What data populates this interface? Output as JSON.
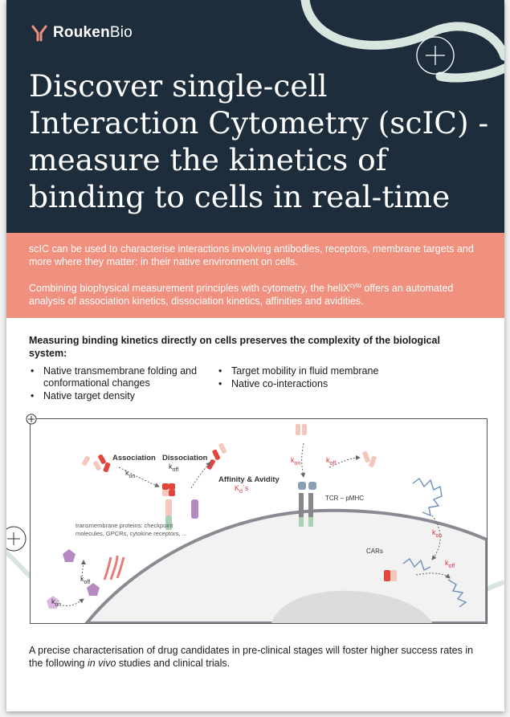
{
  "brand": {
    "logo_text_bold": "Rouken",
    "logo_text_light": "Bio",
    "logo_icon": "rouken-antibody-logo",
    "colors": {
      "navy": "#1e2d3b",
      "salmon": "#f0907e",
      "accent_red": "#d9363e",
      "mint": "#d8e6df"
    }
  },
  "hero": {
    "title": "Discover single-cell Interaction Cytometry (scIC) - measure the kinetics of binding to cells in real-time",
    "icon": "plus-circle-icon"
  },
  "intro": {
    "paragraph1": "scIC can be used to characterise interactions involving antibodies, receptors, membrane targets and more where they matter: in their native environment on cells.",
    "paragraph2_before": "Combining biophysical measurement principles with cytometry, the heliX",
    "paragraph2_sup": "cyto",
    "paragraph2_after": " offers an automated analysis of association kinetics, dissociation kinetics, affinities and avidities."
  },
  "benefits": {
    "heading": "Measuring binding kinetics directly on cells preserves the complexity of the biological system:",
    "left": [
      "Native transmembrane folding and conformational changes",
      "Native target density"
    ],
    "right": [
      "Target mobility in fluid membrane",
      "Native co-interactions"
    ]
  },
  "figure": {
    "association": "Association",
    "dissociation": "Dissociation",
    "affinity": "Affinity & Avidity",
    "kd_label": "K",
    "kd_sub": "d",
    "kd_suffix": "´s",
    "k_letter": "k",
    "on": "on",
    "off": "off",
    "tcr": "TCR – pMHC",
    "cars": "CARs",
    "transmembrane": "transmembrane proteins: checkpoint molecules, GPCRs, cytokine receptors, ..."
  },
  "conclusion": {
    "before": "A precise characterisation of drug candidates in pre-clinical stages will foster higher success rates in the following ",
    "italic": "in vivo",
    "after": " studies and clinical trials."
  }
}
